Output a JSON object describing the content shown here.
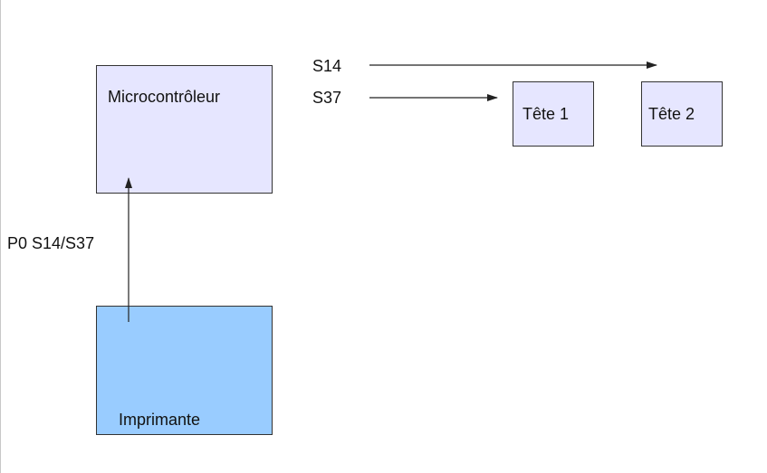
{
  "diagram": {
    "nodes": {
      "microcontroller": {
        "label": "Microcontrôleur",
        "fill": "#e6e6ff"
      },
      "printer": {
        "label": "Imprimante",
        "fill": "#99ccff"
      },
      "head1": {
        "label": "Tête 1",
        "fill": "#e6e6ff"
      },
      "head2": {
        "label": "Tête 2",
        "fill": "#e6e6ff"
      }
    },
    "edges": {
      "printer_to_micro": {
        "from": "printer",
        "to": "microcontroller",
        "label": "P0 S14/S37"
      },
      "s14": {
        "to": "head2",
        "label": "S14"
      },
      "s37": {
        "to": "head1",
        "label": "S37"
      }
    },
    "colors": {
      "border": "#333333",
      "arrow": "#222222"
    }
  }
}
